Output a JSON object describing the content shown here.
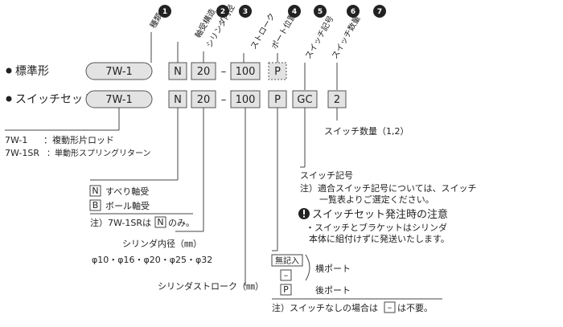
{
  "rows": {
    "standard_label": "標準形",
    "switch_set_label": "スイッチセット",
    "model": "7W-1",
    "bearing": "N",
    "bore": "20",
    "stroke": "100",
    "port": "P",
    "switch_code": "GC",
    "switch_qty": "2",
    "dash": "–"
  },
  "badges": [
    "1",
    "2",
    "3",
    "4",
    "5",
    "6",
    "7"
  ],
  "vertical_labels": {
    "type": "種類",
    "bearing": "軸受構造",
    "bore": "シリンダ内径",
    "stroke": "ストローク",
    "port": "ポート位置",
    "switch_code": "スイッチ記号",
    "switch_qty": "スイッチ数量"
  },
  "types": [
    {
      "code": "7W-1",
      "desc": "：複動形片ロッド"
    },
    {
      "code": "7W-1SR",
      "desc": "：単動形スプリングリターン"
    }
  ],
  "bearing_options": [
    {
      "code": "N",
      "desc": "すべり軸受"
    },
    {
      "code": "B",
      "desc": "ボール軸受"
    }
  ],
  "bearing_note": {
    "pre": "注）7W-1SRは",
    "code": "N",
    "post": "のみ。"
  },
  "bore": {
    "title": "シリンダ内径（㎜）",
    "values": "φ10・φ16・φ20・φ25・φ32"
  },
  "stroke_title": "シリンダストローク（㎜）",
  "port_options": {
    "none_label": "無記入",
    "dash_code": "–",
    "side_label": "横ポート",
    "p_code": "P",
    "rear_label": "後ポート"
  },
  "port_note": {
    "pre": "注）スイッチなしの場合は",
    "code": "–",
    "post": "は不要。"
  },
  "switch_qty_title": "スイッチ数量（1,2）",
  "switch_code_info": {
    "title": "スイッチ記号",
    "note_line1": "注）適合スイッチ記号については、スイッチ",
    "note_line2": "一覧表よりご選定ください。"
  },
  "caution": {
    "icon": "exclamation-icon",
    "title": "スイッチセット発注時の注意",
    "line1": "・スイッチとブラケットはシリンダ",
    "line2": "本体に組付けずに発送いたします。"
  }
}
